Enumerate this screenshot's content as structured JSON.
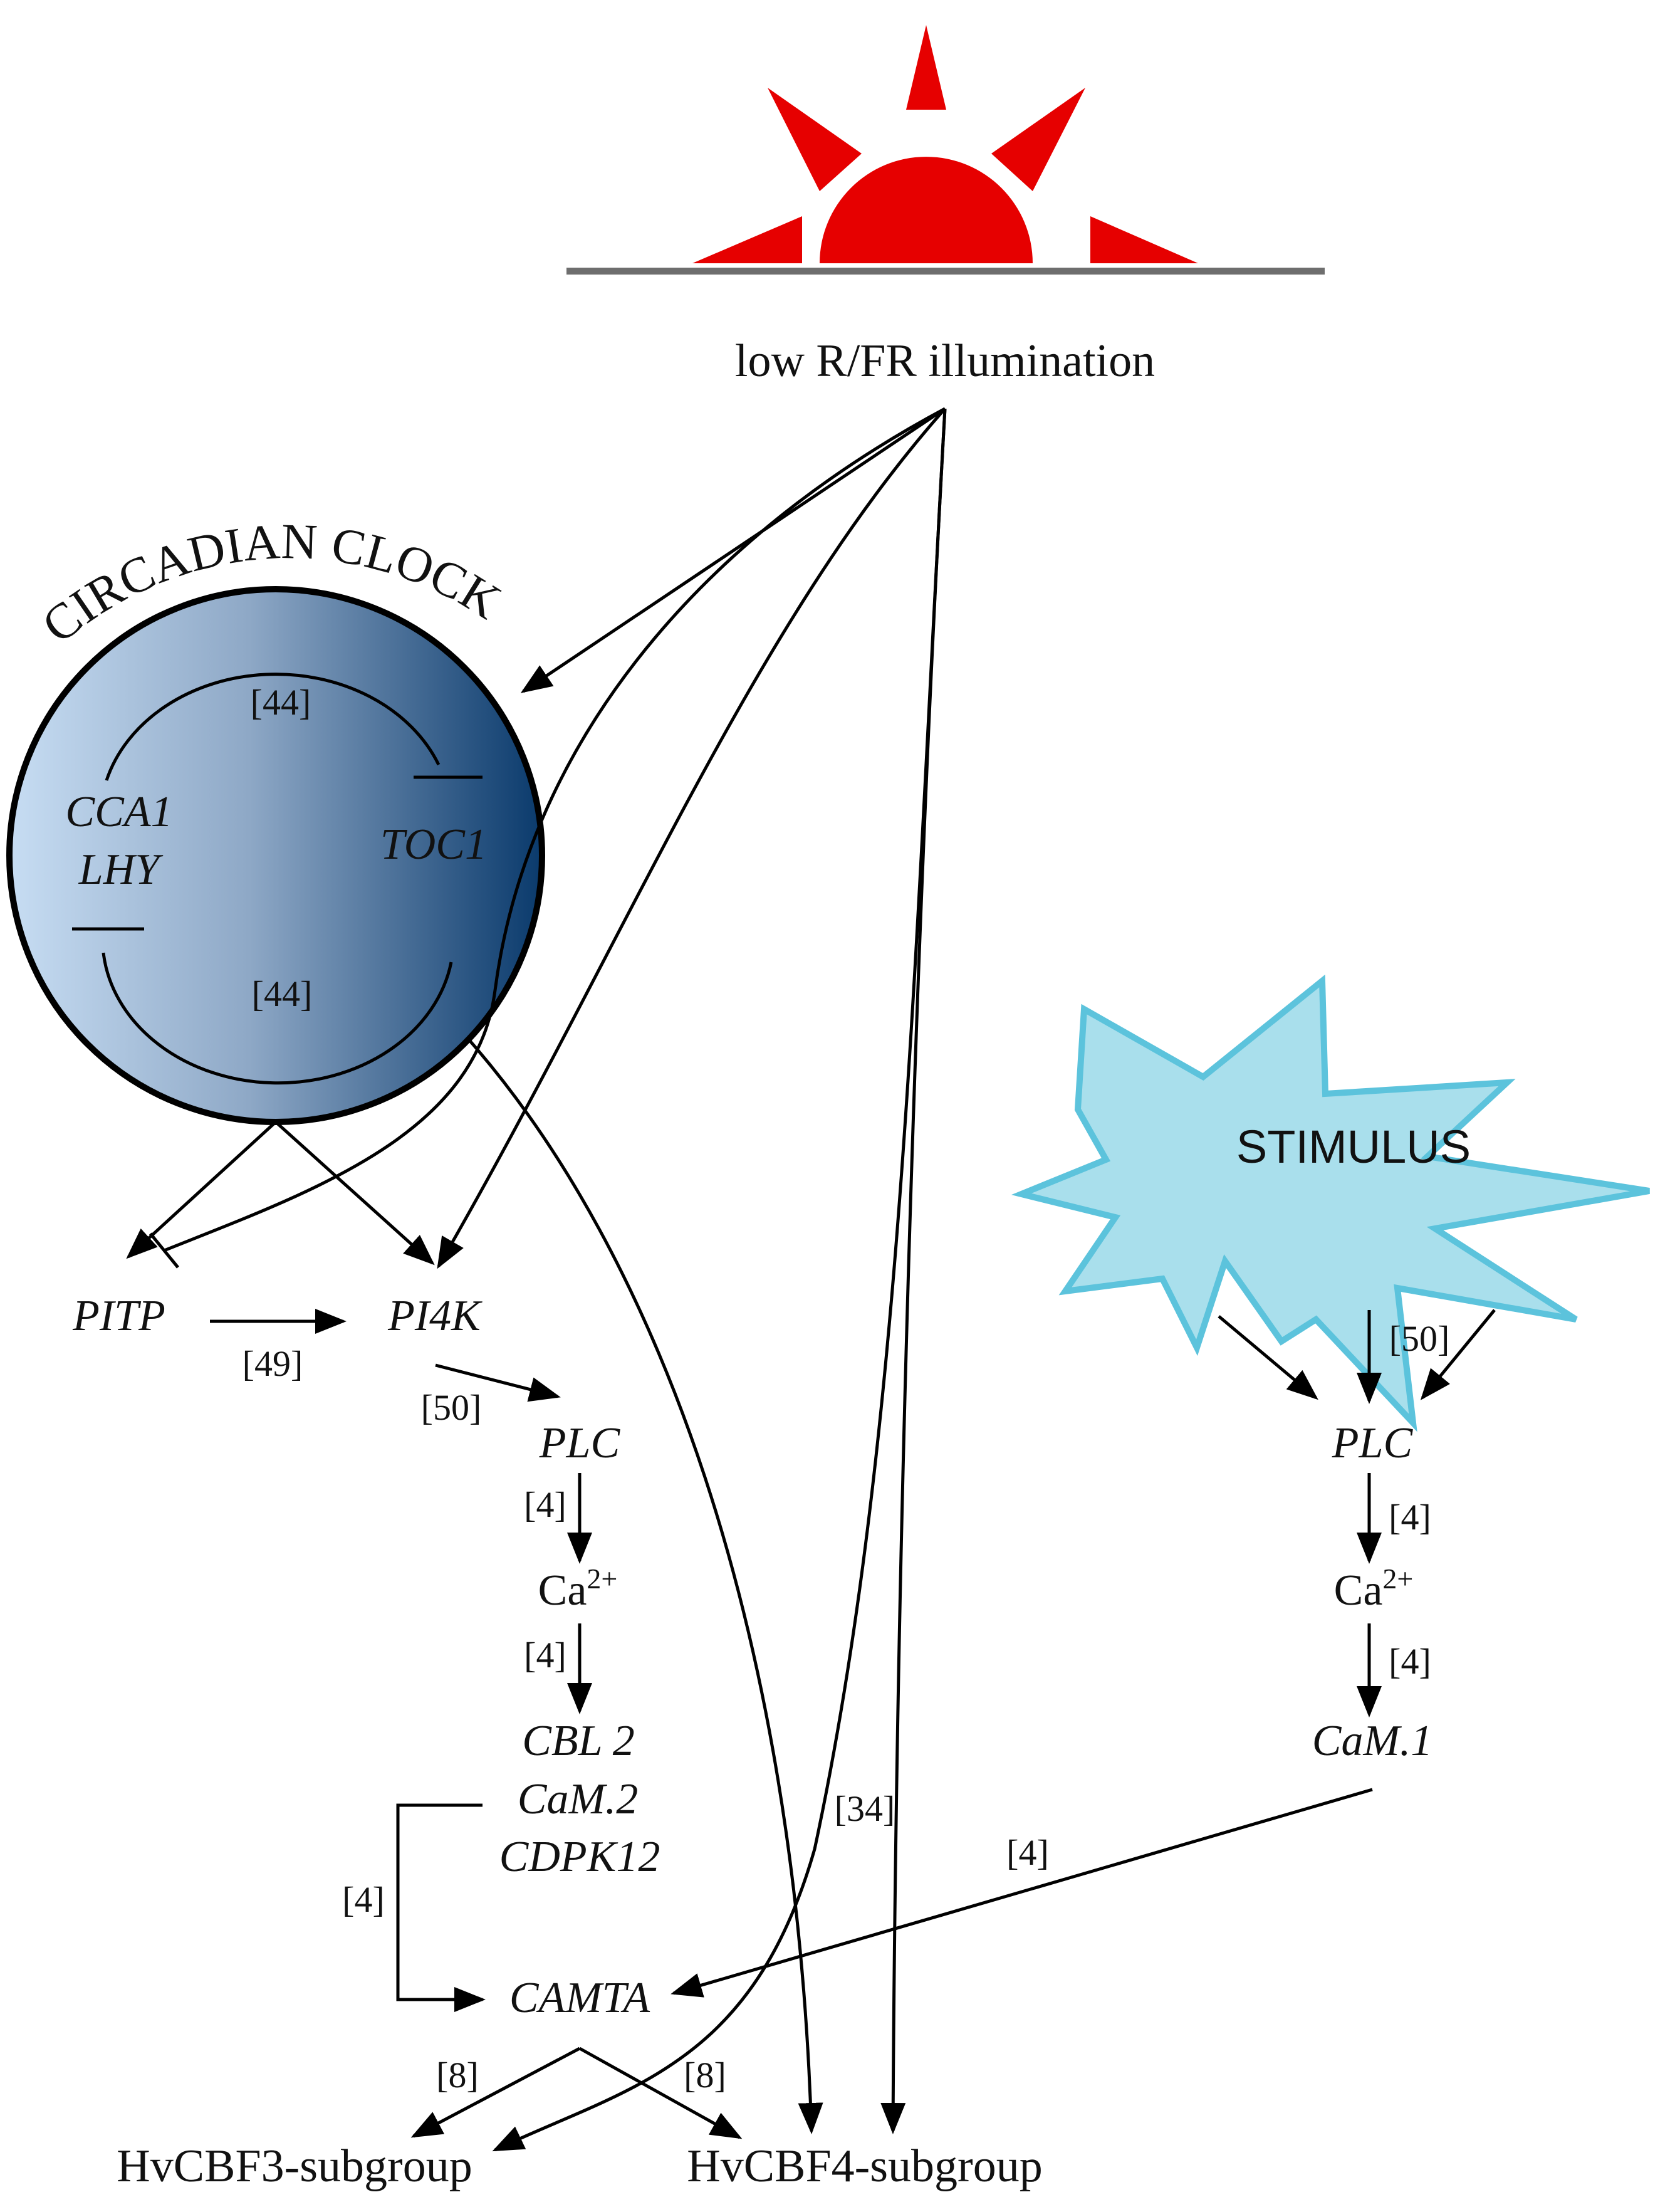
{
  "figure": {
    "light_label": "low R/FR illumination",
    "clock_label": "CIRCADIAN CLOCK",
    "stimulus_label": "STIMULUS",
    "clock_genes": {
      "left_line1": "CCA1",
      "left_line2": "LHY",
      "right": "TOC1"
    },
    "left_pathway": {
      "pitp": "PITP",
      "pi4k": "PI4K",
      "plc": "PLC",
      "ca_base": "Ca",
      "ca_sup": "2+",
      "cbl": "CBL 2",
      "cam": "CaM.2",
      "cdpk": "CDPK12",
      "camta": "CAMTA"
    },
    "right_pathway": {
      "plc": "PLC",
      "ca_base": "Ca",
      "ca_sup": "2+",
      "cam": "CaM.1"
    },
    "outputs": {
      "cbf3": "HvCBF3-subgroup",
      "cbf4": "HvCBF4-subgroup"
    },
    "refs": {
      "clock_top": "[44]",
      "clock_bottom": "[44]",
      "pitp_pi4k": "[49]",
      "pi4k_plc": "[50]",
      "plc_ca_left": "[4]",
      "ca_cbl_left": "[4]",
      "cbl_camta": "[4]",
      "light_cbf4": "[34]",
      "stim_plc": "[50]",
      "plc_ca_right": "[4]",
      "ca_cam_right": "[4]",
      "cam_camta": "[4]",
      "camta_cbf3": "[8]",
      "camta_cbf4": "[8]"
    },
    "colors": {
      "sun": "#e60000",
      "horizon": "#6e6e6e",
      "clock_light": "#c5dcf2",
      "clock_dark": "#0d3d6e",
      "stimulus_fill": "#a9dfec",
      "stimulus_stroke": "#5cc3dc"
    }
  }
}
